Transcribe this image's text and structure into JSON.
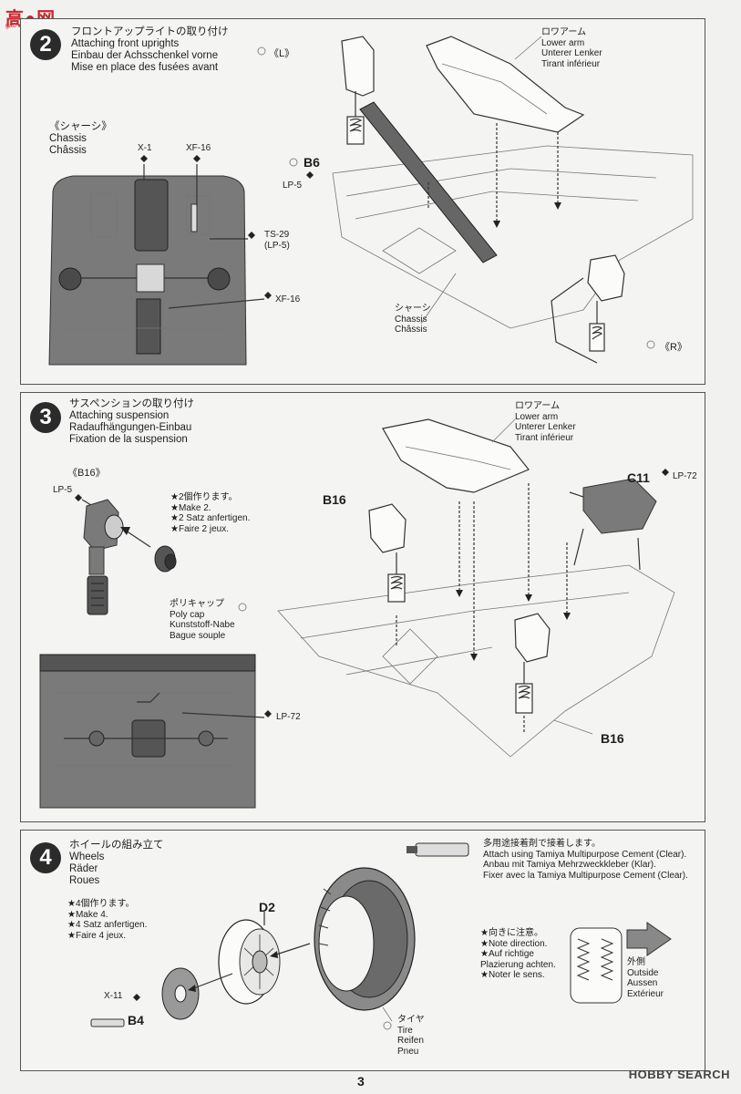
{
  "watermark": {
    "top": "高●网",
    "sub": "gao-shan.com",
    "footer": "HOBBY SEARCH"
  },
  "page_number": "3",
  "step2": {
    "number": "2",
    "titles": [
      "フロントアップライトの取り付け",
      "Attaching front uprights",
      "Einbau der Achsschenkel vorne",
      "Mise en place des fusées avant"
    ],
    "chassis_title": [
      "《シャーシ》",
      "Chassis",
      "Châssis"
    ],
    "labels": {
      "x1": "X-1",
      "xf16a": "XF-16",
      "ts29": "TS-29",
      "ts29sub": "(LP-5)",
      "xf16b": "XF-16",
      "left": "《L》",
      "right": "《R》",
      "b6": "B6",
      "lp5": "LP-5",
      "lower_arm": [
        "ロワアーム",
        "Lower arm",
        "Unterer Lenker",
        "Tirant inférieur"
      ],
      "chassis": [
        "シャーシ",
        "Chassis",
        "Châssis"
      ]
    }
  },
  "step3": {
    "number": "3",
    "titles": [
      "サスペンションの取り付け",
      "Attaching suspension",
      "Radaufhängungen-Einbau",
      "Fixation de la suspension"
    ],
    "labels": {
      "b16_title": "《B16》",
      "lp5": "LP-5",
      "make": [
        "★2個作ります。",
        "★Make 2.",
        "★2 Satz anfertigen.",
        "★Faire 2 jeux."
      ],
      "polycap": [
        "ポリキャップ",
        "Poly cap",
        "Kunststoff-Nabe",
        "Bague souple"
      ],
      "lp72a": "LP-72",
      "b16a": "B16",
      "b16b": "B16",
      "c11": "C11",
      "lp72b": "LP-72",
      "lower_arm": [
        "ロワアーム",
        "Lower arm",
        "Unterer Lenker",
        "Tirant inférieur"
      ]
    }
  },
  "step4": {
    "number": "4",
    "titles": [
      "ホイールの組み立て",
      "Wheels",
      "Räder",
      "Roues"
    ],
    "labels": {
      "make": [
        "★4個作ります。",
        "★Make 4.",
        "★4 Satz anfertigen.",
        "★Faire 4 jeux."
      ],
      "cement": [
        "多用途接着剤で接着します。",
        "Attach using Tamiya Multipurpose Cement (Clear).",
        "Anbau mit Tamiya Mehrzweckkleber (Klar).",
        "Fixer avec la Tamiya Multipurpose Cement (Clear)."
      ],
      "d2": "D2",
      "x11": "X-11",
      "b4": "B4",
      "tire": [
        "タイヤ",
        "Tire",
        "Reifen",
        "Pneu"
      ],
      "direction": [
        "★向きに注意。",
        "★Note direction.",
        "★Auf richtige",
        "Plazierung achten.",
        "★Noter le sens."
      ],
      "outside": [
        "外側",
        "Outside",
        "Aussen",
        "Extérieur"
      ]
    }
  }
}
